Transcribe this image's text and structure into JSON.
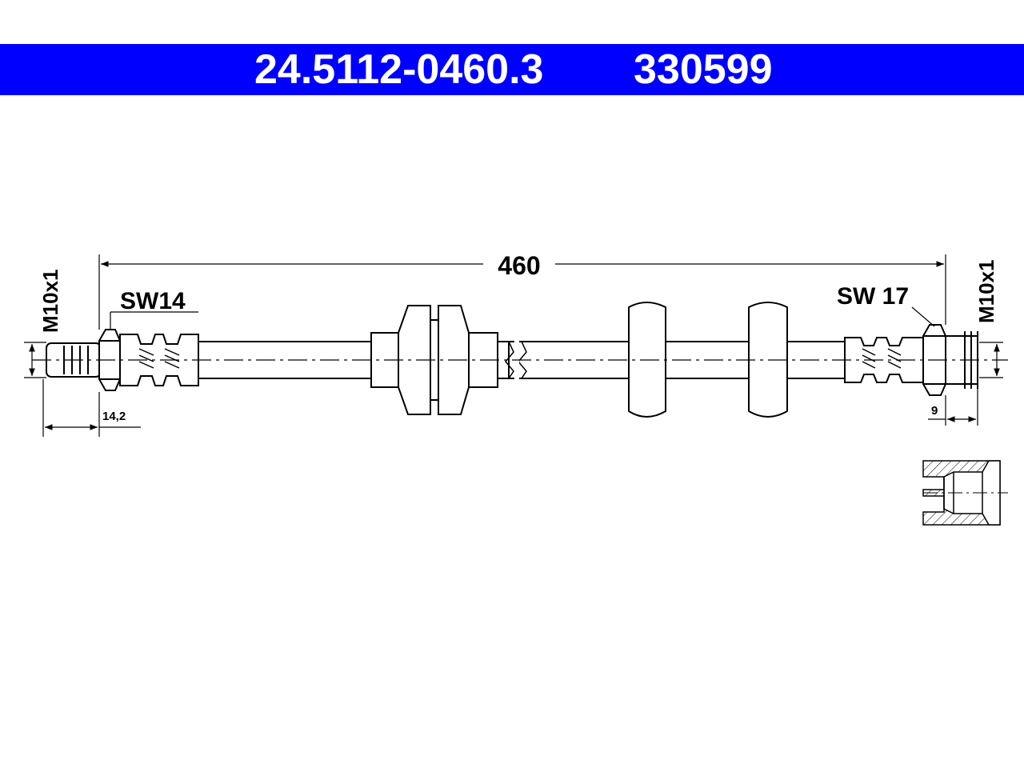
{
  "header": {
    "part_number": "24.5112-0460.3",
    "ref_number": "330599",
    "band_color": "#0000ff",
    "text_color": "#ffffff"
  },
  "dimensions": {
    "overall_length": "460",
    "left_thread": "M10x1",
    "right_thread": "M10x1",
    "left_wrench": "SW14",
    "right_wrench": "SW 17",
    "left_offset": "14,2",
    "right_offset": "9"
  },
  "icons": [
    "brake-hose-drawing",
    "port-section-detail"
  ]
}
